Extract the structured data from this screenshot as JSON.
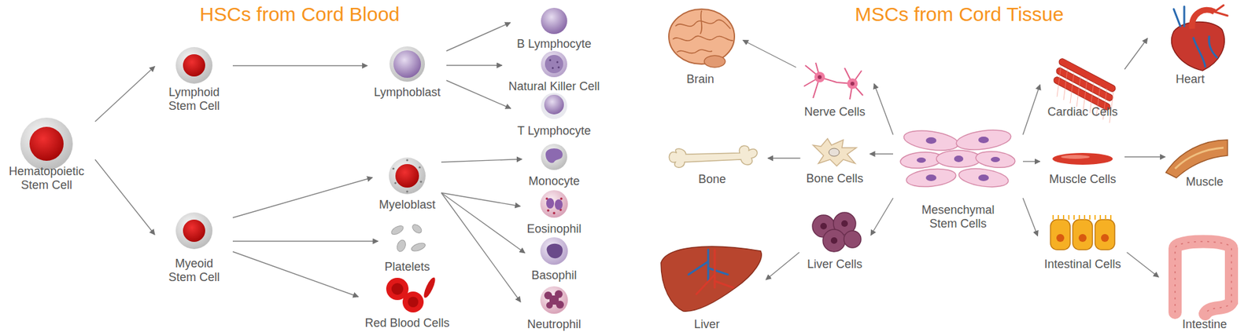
{
  "diagram": {
    "nodes": [
      {
        "text": [
          "Hematopoietic Stem Cell"
        ]
      },
      {
        "text": [
          "Lymphoid Stem Cell"
        ]
      },
      {
        "text": [
          "Myeoid Stem Cell"
        ]
      },
      {
        "text": [
          "Lymphoblast"
        ]
      },
      {
        "text": [
          "Myeloblast"
        ]
      },
      {
        "text": [
          "Platelets"
        ]
      },
      {
        "text": [
          "Red Blood Cells"
        ]
      },
      {
        "text": [
          "B Lymphocyte"
        ]
      },
      {
        "text": [
          "Natural Killer Cell"
        ]
      },
      {
        "text": [
          "T Lymphocyte"
        ]
      },
      {
        "text": [
          "Monocyte"
        ]
      },
      {
        "text": [
          "Eosinophil"
        ]
      },
      {
        "text": [
          "Basophil"
        ]
      },
      {
        "text": [
          "Neutrophil"
        ]
      },
      {
        "text": [
          "Mesenchymal Stem Cells"
        ]
      },
      {
        "text": [
          "Nerve Cells"
        ]
      },
      {
        "text": [
          "Brain"
        ]
      },
      {
        "text": [
          "Bone Cells"
        ]
      },
      {
        "text": [
          "Bone"
        ]
      },
      {
        "text": [
          "Liver Cells"
        ]
      },
      {
        "text": [
          "Liver"
        ]
      },
      {
        "text": [
          "Cardiac Cells"
        ]
      },
      {
        "text": [
          "Heart"
        ]
      },
      {
        "text": [
          "Muscle Cells"
        ]
      },
      {
        "text": [
          "Muscle"
        ]
      },
      {
        "text": [
          "Intestinal Cells"
        ]
      },
      {
        "text": [
          "Intestine"
        ]
      }
    ],
    "edges": [
      {
        "from": 0,
        "to": 1,
        "arrow": "to"
      },
      {
        "from": 0,
        "to": 2,
        "arrow": "to"
      },
      {
        "from": 1,
        "to": 3,
        "arrow": "to"
      },
      {
        "from": 2,
        "to": 4,
        "arrow": "to"
      },
      {
        "from": 2,
        "to": 5,
        "arrow": "to"
      },
      {
        "from": 2,
        "to": 6,
        "arrow": "to"
      },
      {
        "from": 3,
        "to": 7,
        "arrow": "to"
      },
      {
        "from": 3,
        "to": 8,
        "arrow": "to"
      },
      {
        "from": 3,
        "to": 9,
        "arrow": "to"
      },
      {
        "from": 4,
        "to": 10,
        "arrow": "to"
      },
      {
        "from": 4,
        "to": 11,
        "arrow": "to"
      },
      {
        "from": 4,
        "to": 12,
        "arrow": "to"
      },
      {
        "from": 4,
        "to": 13,
        "arrow": "to"
      },
      {
        "from": 14,
        "to": 15,
        "arrow": "to"
      },
      {
        "from": 15,
        "to": 16,
        "arrow": "to"
      },
      {
        "from": 14,
        "to": 17,
        "arrow": "to"
      },
      {
        "from": 17,
        "to": 18,
        "arrow": "to"
      },
      {
        "from": 14,
        "to": 19,
        "arrow": "to"
      },
      {
        "from": 19,
        "to": 20,
        "arrow": "to"
      },
      {
        "from": 14,
        "to": 21,
        "arrow": "to"
      },
      {
        "from": 21,
        "to": 22,
        "arrow": "to"
      },
      {
        "from": 14,
        "to": 23,
        "arrow": "to"
      },
      {
        "from": 23,
        "to": 24,
        "arrow": "to"
      },
      {
        "from": 14,
        "to": 25,
        "arrow": "to"
      },
      {
        "from": 25,
        "to": 26,
        "arrow": "to"
      }
    ],
    "labels": [
      "HSCs from Cord Blood",
      "MSCs from Cord Tissue"
    ]
  }
}
